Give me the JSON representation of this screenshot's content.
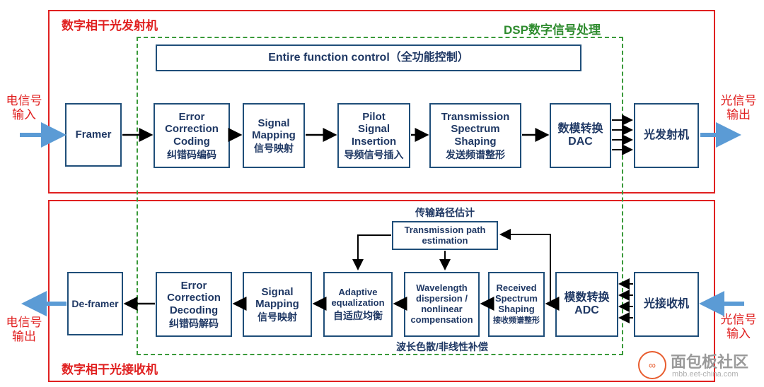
{
  "transmitter": {
    "title": "数字相干光发射机",
    "dsp_title": "DSP数字信号处理",
    "control_label": "Entire function control（全功能控制）",
    "input_label": "电信号\n输入",
    "output_label": "光信号\n输出",
    "blocks": {
      "framer": {
        "en": "Framer",
        "zh": ""
      },
      "fec": {
        "en": "Error\nCorrection\nCoding",
        "zh": "纠错码编码"
      },
      "mapping": {
        "en": "Signal\nMapping",
        "zh": "信号映射"
      },
      "pilot": {
        "en": "Pilot\nSignal\nInsertion",
        "zh": "导频信号插入"
      },
      "shaping": {
        "en": "Transmission\nSpectrum\nShaping",
        "zh": "发送频谱整形"
      },
      "dac": {
        "en": "数模转换\nDAC",
        "zh": ""
      },
      "optical_tx": {
        "en": "光发射机",
        "zh": ""
      }
    }
  },
  "receiver": {
    "title": "数字相干光接收机",
    "input_label": "光信号\n输入",
    "output_label": "电信号\n输出",
    "path_estimation_title": "传输路径估计",
    "compensation_caption": "波长色散/非线性补偿",
    "blocks": {
      "deframer": {
        "en": "De-framer",
        "zh": ""
      },
      "fec": {
        "en": "Error\nCorrection\nDecoding",
        "zh": "纠错码解码"
      },
      "mapping": {
        "en": "Signal\nMapping",
        "zh": "信号映射"
      },
      "adaptive": {
        "en": "Adaptive\nequalization",
        "zh": "自适应均衡"
      },
      "dispersion": {
        "en": "Wavelength\ndispersion /\nnonlinear\ncompensation",
        "zh": ""
      },
      "received": {
        "en": "Received\nSpectrum\nShaping",
        "zh": "接收频谱整形"
      },
      "adc": {
        "en": "模数转换\nADC",
        "zh": ""
      },
      "optical_rx": {
        "en": "光接收机",
        "zh": ""
      },
      "path_est": {
        "en": "Transmission path\nestimation",
        "zh": ""
      }
    }
  },
  "watermark": {
    "logo": "∞",
    "text": "面包板社区",
    "url": "mbb.eet-china.com"
  },
  "colors": {
    "frame": "#e02020",
    "dsp": "#3a9a3a",
    "box_border": "#1f4e79",
    "arrow_blue": "#5b9bd5"
  }
}
